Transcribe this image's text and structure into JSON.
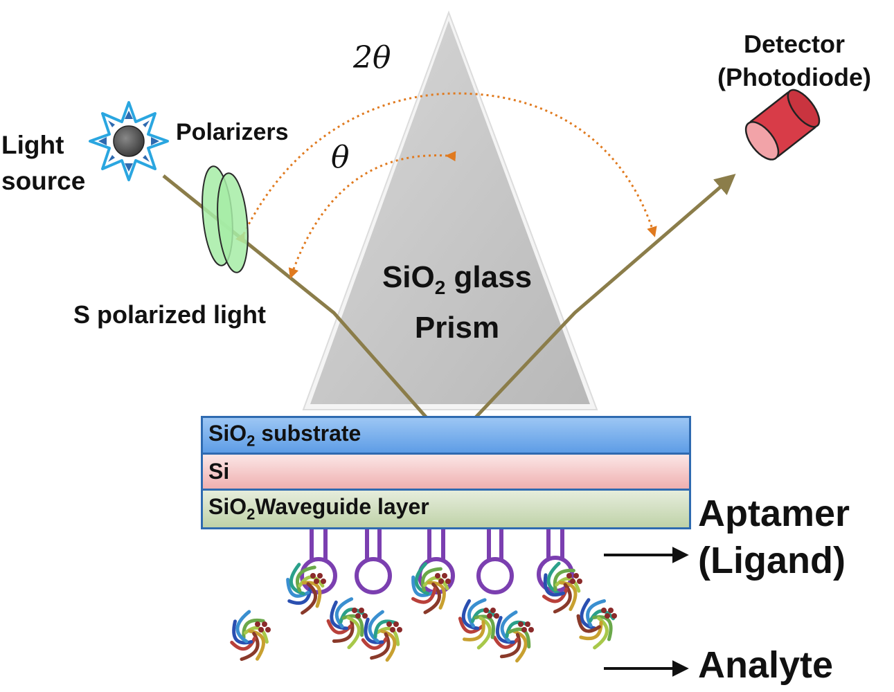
{
  "labels": {
    "light_source_line1": "Light",
    "light_source_line2": "source",
    "polarizers": "Polarizers",
    "s_polarized": "S polarized light",
    "two_theta": "2θ",
    "theta": "θ",
    "detector_line1": "Detector",
    "detector_line2": "(Photodiode)",
    "prism_line1_pre": "SiO",
    "prism_line1_sub": "2",
    "prism_line1_post": " glass",
    "prism_line2": "Prism",
    "aptamer_line1": "Aptamer",
    "aptamer_line2": "(Ligand)",
    "analyte": "Analyte"
  },
  "layers": [
    {
      "pre": "SiO",
      "sub": "2",
      "post": " substrate"
    },
    {
      "pre": "Si",
      "sub": "",
      "post": ""
    },
    {
      "pre": "SiO",
      "sub": "2",
      "post": "Waveguide layer"
    }
  ],
  "colors": {
    "beam": "#8b7d4a",
    "arc": "#e07a1f",
    "prism_fill": "#c4c4c4",
    "aptamer": "#7b3fb0",
    "polarizer": "#9be89b",
    "detector": "#d83c48",
    "sun": "#2aa6e0",
    "substrate_top": "#9cc6f4",
    "substrate_bottom": "#5e9de6",
    "si_top": "#fbe6e6",
    "si_bottom": "#efb0b0",
    "waveguide_top": "#e6eddc",
    "waveguide_bottom": "#bfd2a8"
  },
  "icons": [
    "light-source-icon",
    "polarizer-icon",
    "detector-icon",
    "aptamer-icon",
    "analyte-protein-icon"
  ]
}
